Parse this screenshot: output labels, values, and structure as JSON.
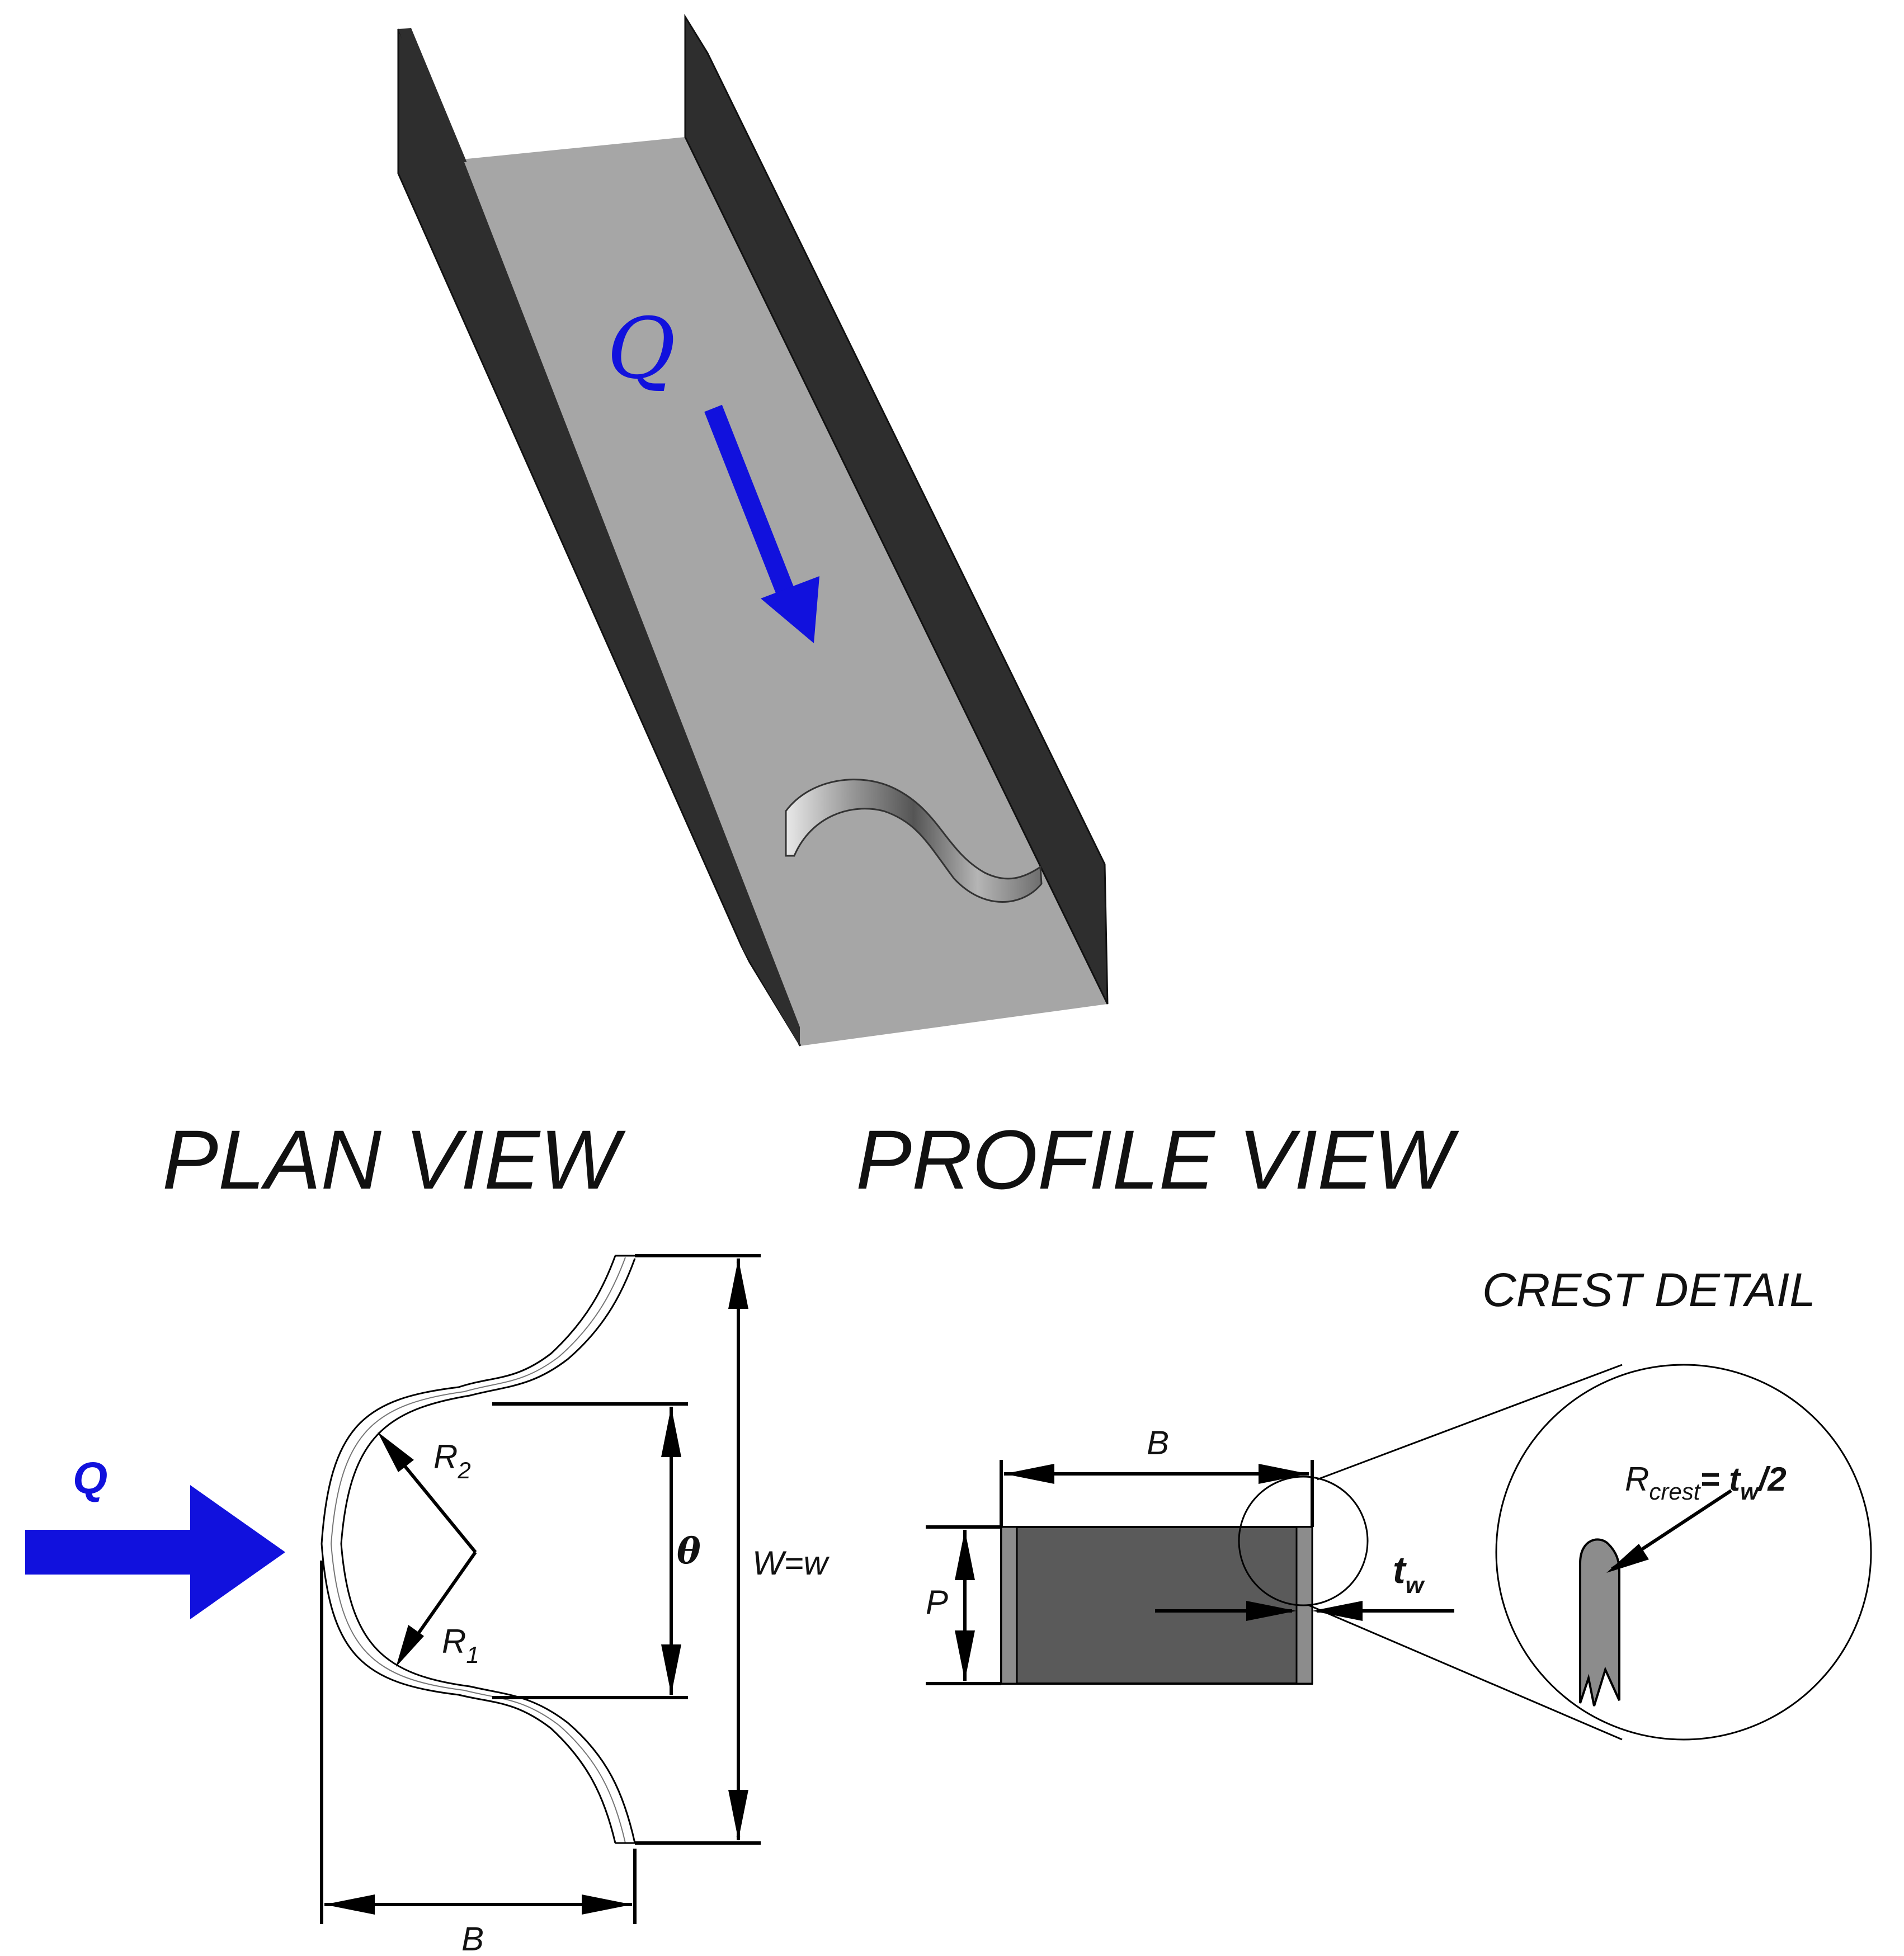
{
  "isometric": {
    "flow_label": "Q",
    "colors": {
      "wall": "#2e2e2e",
      "floor": "#a6a6a6",
      "flow": "#1111dd"
    }
  },
  "plan_view": {
    "title": "PLAN VIEW",
    "flow_label": "Q",
    "label_r2": "R",
    "label_r2_sub": "2",
    "label_r1": "R",
    "label_r1_sub": "1",
    "label_theta": "θ",
    "label_width": "W=w",
    "label_length": "B"
  },
  "profile_view": {
    "title": "PROFILE VIEW",
    "label_length": "B",
    "label_height": "P",
    "label_thickness": "t",
    "label_thickness_sub": "w",
    "colors": {
      "body": "#5a5a5a",
      "edge": "#8c8c8c"
    }
  },
  "crest_detail": {
    "title": "CREST DETAIL",
    "label_r": "R",
    "label_r_sub": "crest",
    "label_eq": "= t",
    "label_eq_sub": "w",
    "label_eq_tail": "/2"
  }
}
